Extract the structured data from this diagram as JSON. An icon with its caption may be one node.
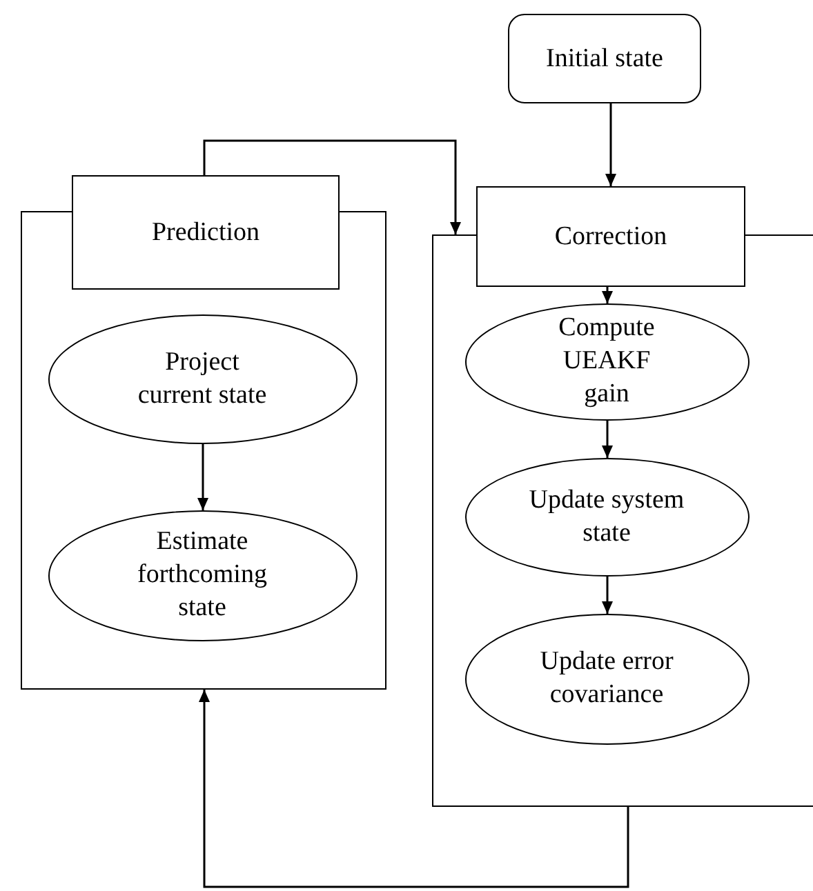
{
  "diagram": {
    "nodes": [
      {
        "text": [
          "Initial state"
        ]
      },
      {
        "text": [],
        "shape": "box"
      },
      {
        "text": [
          "Prediction"
        ]
      },
      {
        "text": [
          "Project current state"
        ],
        "in": 1
      },
      {
        "text": [
          "Estimate forthcoming state"
        ],
        "in": 1
      },
      {
        "text": [],
        "shape": "box"
      },
      {
        "text": [
          "Correction"
        ]
      },
      {
        "text": [
          "Compute UEAKF gain"
        ],
        "in": 5
      },
      {
        "text": [
          "Update system state"
        ],
        "in": 5
      },
      {
        "text": [
          "Update error covariance"
        ],
        "in": 5
      }
    ],
    "edges": [
      {
        "from": 0,
        "to": 6,
        "arrow": "to"
      },
      {
        "from": 2,
        "to": 5,
        "arrow": "to"
      },
      {
        "from": 3,
        "to": 4,
        "arrow": "to"
      },
      {
        "from": 6,
        "to": 7,
        "arrow": "to"
      },
      {
        "from": 7,
        "to": 8,
        "arrow": "to"
      },
      {
        "from": 8,
        "to": 9,
        "arrow": "to"
      },
      {
        "from": 5,
        "to": 1,
        "arrow": "to"
      }
    ]
  }
}
